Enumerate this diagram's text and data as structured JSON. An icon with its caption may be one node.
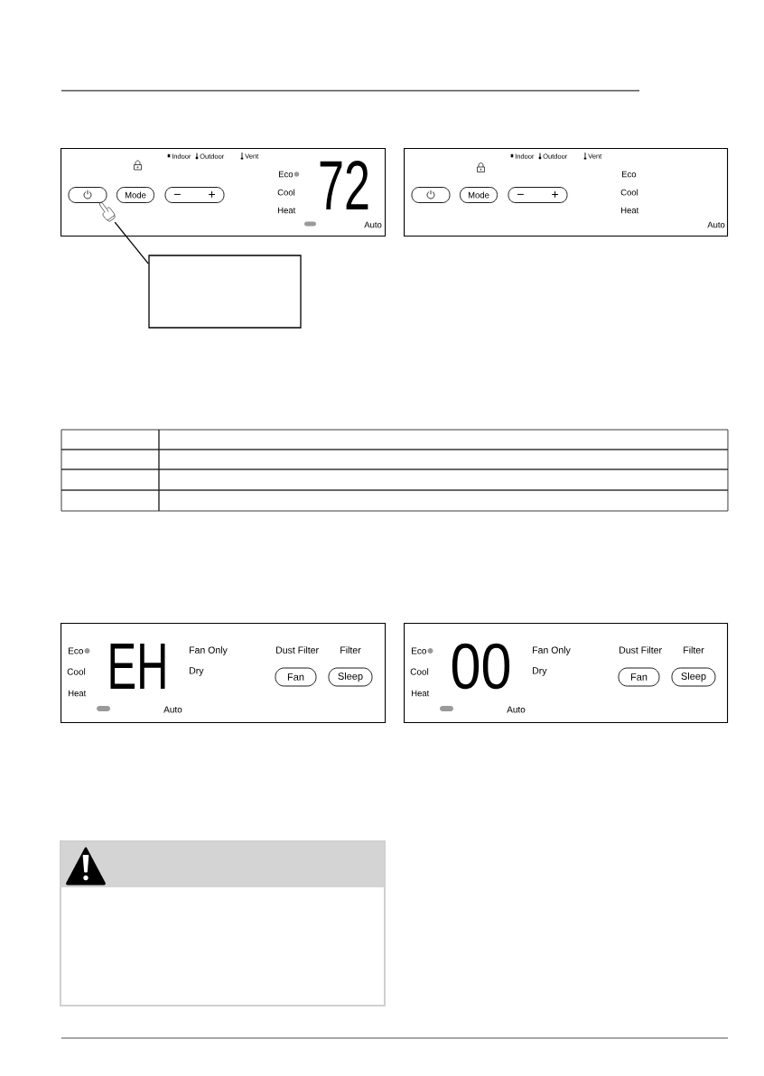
{
  "diagram": {
    "nodes": [
      {
        "text": [
          "Indoor",
          "Outdoor",
          "Vent",
          "Eco",
          "Cool",
          "Heat",
          "72",
          "Auto"
        ]
      },
      {
        "text": [],
        "shape": "box",
        "in": 0
      },
      {
        "text": [
          "Mode"
        ],
        "in": 0
      },
      {
        "text": [
          "−",
          "+"
        ],
        "in": 0
      },
      {
        "text": [],
        "shape": "picture",
        "in": 0
      },
      {
        "text": [
          "Indoor",
          "Outdoor",
          "Vent",
          "Eco",
          "Cool",
          "Heat",
          "Auto"
        ]
      },
      {
        "text": [],
        "shape": "box",
        "in": 5
      },
      {
        "text": [
          "Mode"
        ],
        "in": 5
      },
      {
        "text": [
          "−",
          "+"
        ],
        "in": 5
      },
      {
        "text": [],
        "shape": "box"
      },
      {
        "text": [
          "Eco",
          "Cool",
          "Heat",
          "EH",
          "Fan Only",
          "Dry",
          "Dust Filter",
          "Filter",
          "Auto"
        ]
      },
      {
        "text": [
          "Fan"
        ],
        "in": 10
      },
      {
        "text": [
          "Sleep"
        ],
        "in": 10
      },
      {
        "text": [
          "Eco",
          "Cool",
          "Heat",
          "00",
          "Fan Only",
          "Dry",
          "Dust Filter",
          "Filter",
          "Auto"
        ]
      },
      {
        "text": [
          "Fan"
        ],
        "in": 13
      },
      {
        "text": [
          "Sleep"
        ],
        "in": 13
      },
      {
        "text": [],
        "shape": "box"
      }
    ],
    "edges": [
      {
        "from": 4,
        "to": 9,
        "arrow": "none"
      }
    ]
  }
}
